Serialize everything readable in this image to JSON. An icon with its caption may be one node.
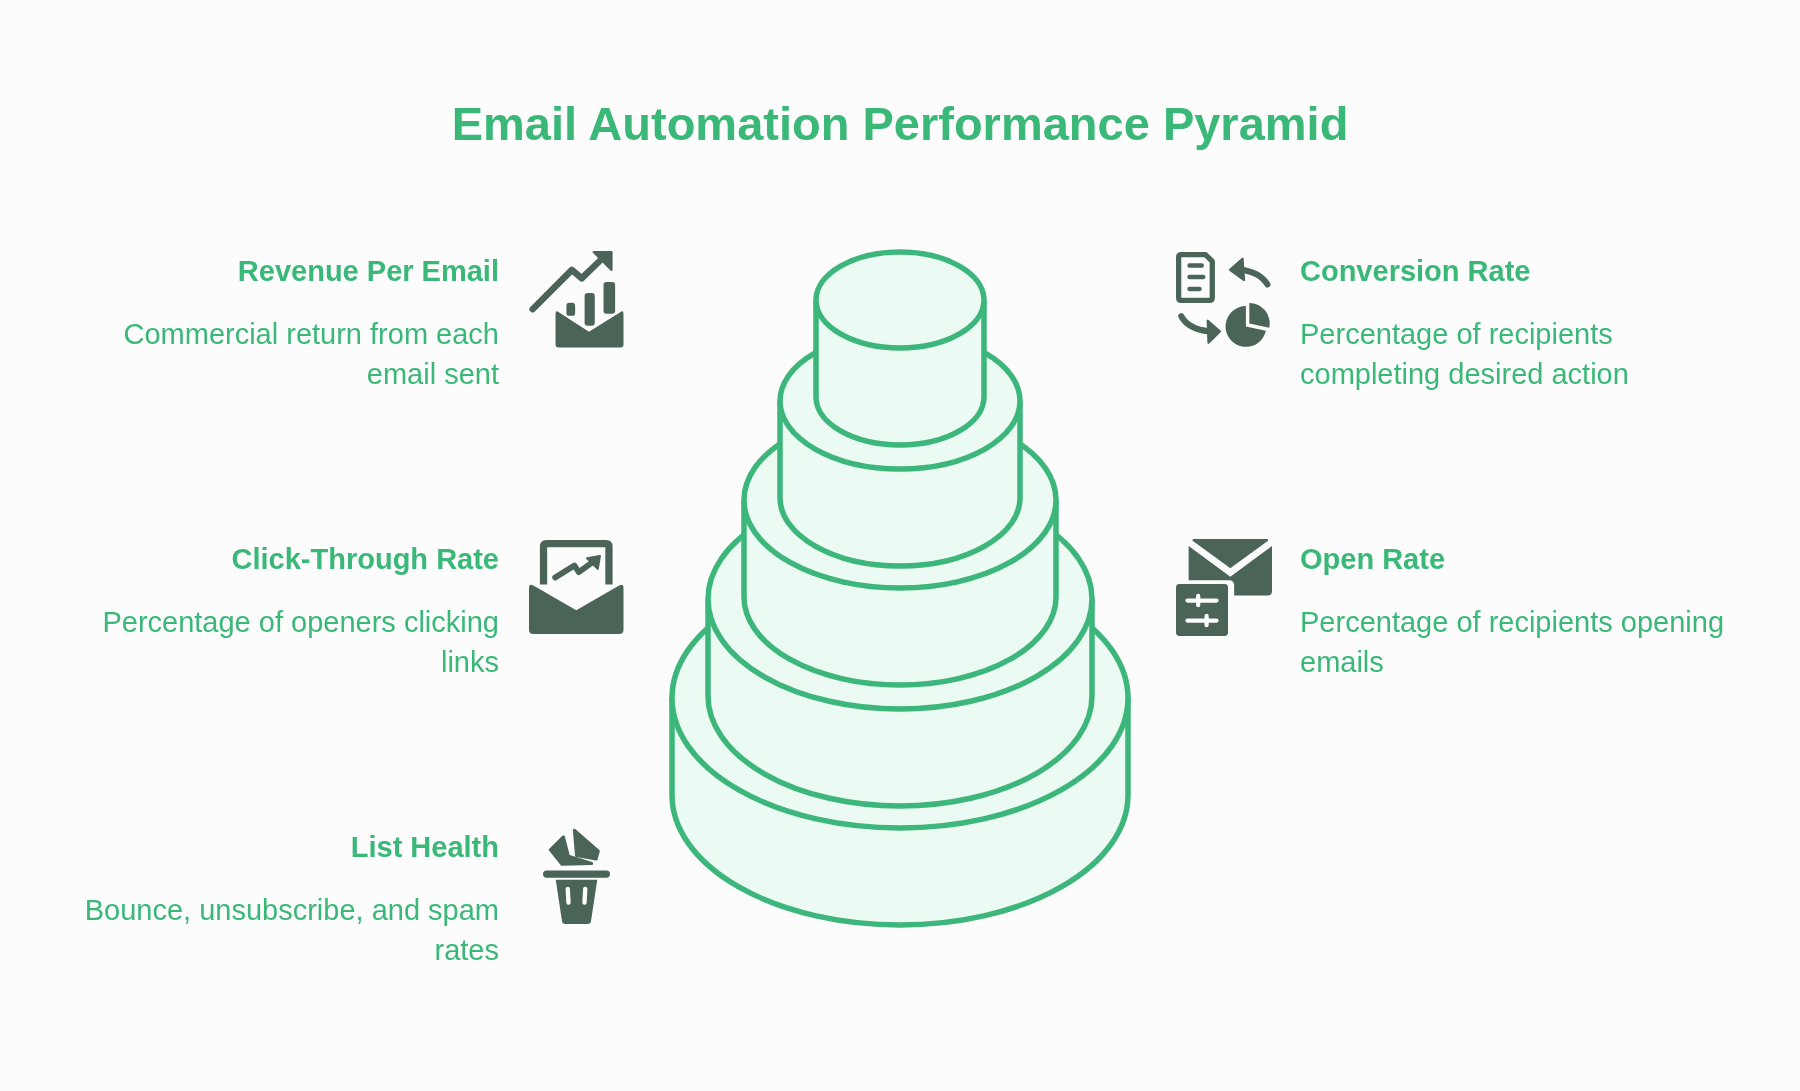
{
  "diagram": {
    "title": "Email Automation Performance Pyramid",
    "labels": [
      "Revenue Per Email",
      "Commercial return from each email sent",
      "Conversion Rate",
      "Percentage of recipients completing desired action",
      "Click-Through Rate",
      "Percentage of openers clicking links",
      "Open Rate",
      "Percentage of recipients opening emails",
      "List Health",
      "Bounce, unsubscribe, and spam rates"
    ]
  }
}
